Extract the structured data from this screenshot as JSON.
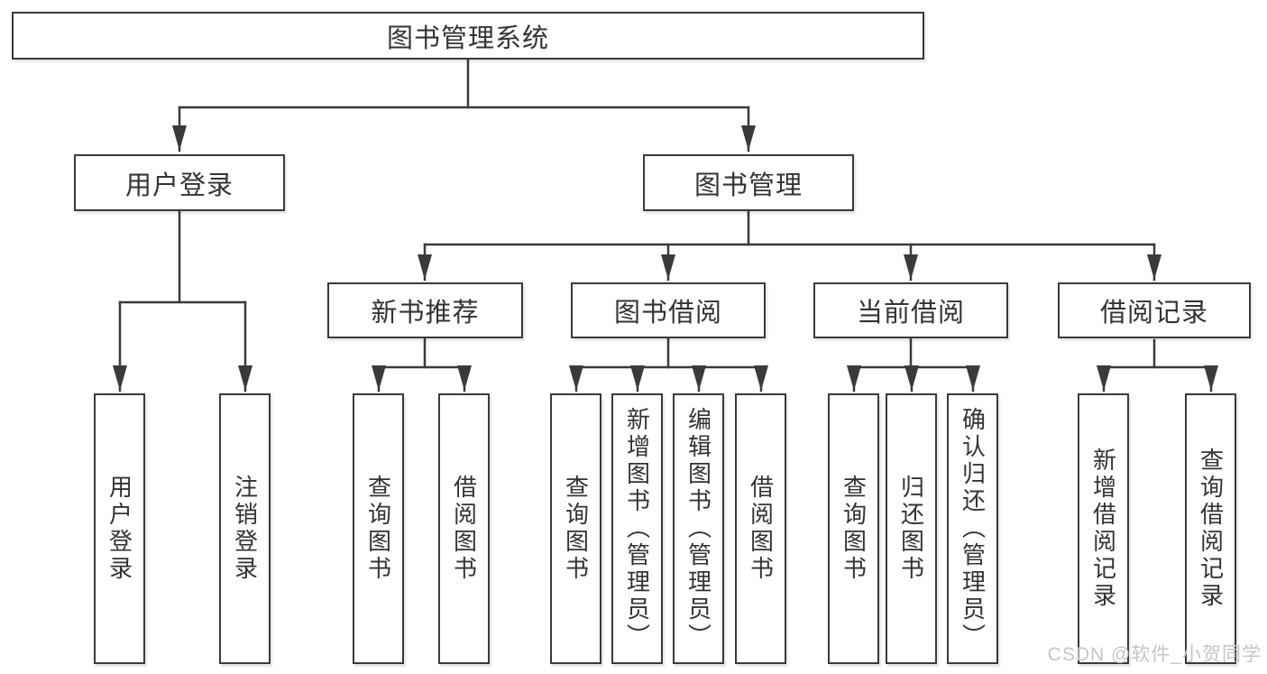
{
  "tree": {
    "root": "图书管理系统",
    "branches": [
      {
        "label": "用户登录",
        "children": [
          "用户登录",
          "注销登录"
        ]
      },
      {
        "label": "图书管理",
        "groups": [
          {
            "label": "新书推荐",
            "children": [
              "查询图书",
              "借阅图书"
            ]
          },
          {
            "label": "图书借阅",
            "children": [
              "查询图书",
              "新增图书（管理员）",
              "编辑图书（管理员）",
              "借阅图书"
            ]
          },
          {
            "label": "当前借阅",
            "children": [
              "查询图书",
              "归还图书",
              "确认归还（管理员）"
            ]
          },
          {
            "label": "借阅记录",
            "children": [
              "新增借阅记录",
              "查询借阅记录"
            ]
          }
        ]
      }
    ]
  },
  "watermark": {
    "text": "CSDN @软件_小贺同学"
  },
  "colors": {
    "line": "#3a3a3a",
    "text": "#333333",
    "watermark": "#c6c6c6",
    "background": "#ffffff"
  }
}
